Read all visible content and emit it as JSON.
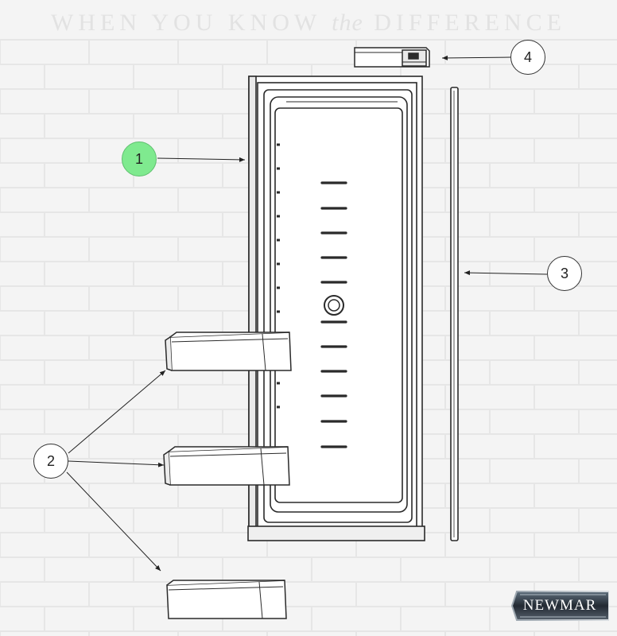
{
  "tagline": {
    "before": "WHEN YOU KNOW",
    "italic": "the",
    "after": "DIFFERENCE"
  },
  "callouts": [
    {
      "label": "1",
      "state": "active",
      "color": "#7fea8f"
    },
    {
      "label": "2",
      "state": "inactive"
    },
    {
      "label": "3",
      "state": "inactive"
    },
    {
      "label": "4",
      "state": "inactive"
    }
  ],
  "brand": {
    "name": "NEWMAR"
  },
  "parts": [
    "door-assembly",
    "door-bin",
    "door-gasket",
    "door-hinge-cap"
  ],
  "colors": {
    "background": "#f4f4f4",
    "line": "#2a2a2a",
    "highlight": "#7fea8f",
    "brick_mortar": "#e6e6e6"
  }
}
